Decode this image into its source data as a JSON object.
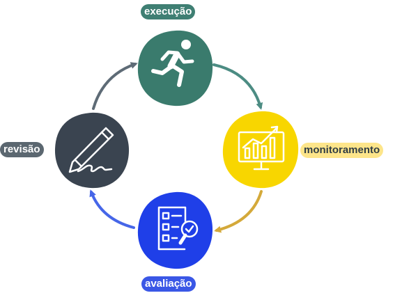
{
  "stages": [
    {
      "id": "execucao",
      "label": "execução",
      "icon": "running-person-icon",
      "color": "#3a7b6d"
    },
    {
      "id": "monitoramento",
      "label": "monitoramento",
      "icon": "growth-chart-monitor-icon",
      "color": "#f8d600"
    },
    {
      "id": "avaliacao",
      "label": "avaliação",
      "icon": "checklist-magnifier-icon",
      "color": "#1f3fe8"
    },
    {
      "id": "revisao",
      "label": "revisão",
      "icon": "pencil-signature-icon",
      "color": "#3a4450"
    }
  ],
  "arrows": [
    {
      "from": "revisao",
      "to": "execucao",
      "color": "#5e6b76"
    },
    {
      "from": "execucao",
      "to": "monitoramento",
      "color": "#4c8c83"
    },
    {
      "from": "monitoramento",
      "to": "avaliacao",
      "color": "#d4a93a"
    },
    {
      "from": "avaliacao",
      "to": "revisao",
      "color": "#4666e8"
    }
  ]
}
